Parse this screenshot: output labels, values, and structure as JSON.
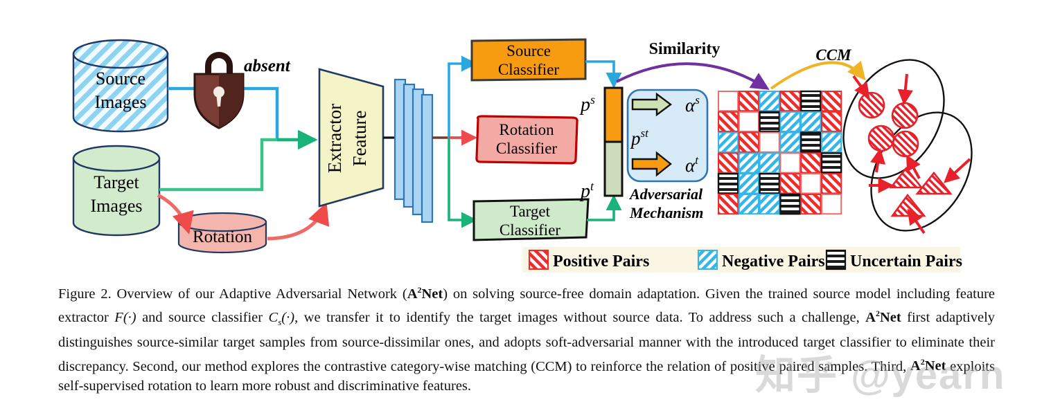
{
  "figure": {
    "id": "figure-2",
    "nodes": {
      "source_images": "Source\nImages",
      "source_images_l1": "Source",
      "source_images_l2": "Images",
      "target_images_l1": "Target",
      "target_images_l2": "Images",
      "rotation": "Rotation",
      "feature_extractor_l1": "Feature",
      "feature_extractor_l2": "Extractor",
      "source_classifier_l1": "Source",
      "source_classifier_l2": "Classifier",
      "rotation_classifier_l1": "Rotation",
      "rotation_classifier_l2": "Classifier",
      "target_classifier_l1": "Target",
      "target_classifier_l2": "Classifier",
      "absent_label": "absent",
      "adversarial_l1": "Adversarial",
      "adversarial_l2": "Mechanism"
    },
    "math": {
      "p_s": "p",
      "p_s_sup": "s",
      "p_t": "p",
      "p_t_sup": "t",
      "p_st": "p",
      "p_st_sup": "st",
      "alpha_s": "α",
      "alpha_s_sup": "s",
      "alpha_t": "α",
      "alpha_t_sup": "t"
    },
    "arrow_labels": {
      "similarity": "Similarity",
      "ccm": "CCM"
    },
    "legend": [
      {
        "label": "Positive Pairs",
        "pattern": "red-diagonal",
        "color": "#e8202a"
      },
      {
        "label": "Negative Pairs",
        "pattern": "blue-diagonal",
        "color": "#29a8e0"
      },
      {
        "label": "Uncertain Pairs",
        "pattern": "black-horizontal",
        "color": "#1a1a1a"
      }
    ],
    "legend_background": "#fbf6e4",
    "colors": {
      "source_cyl_fill": "#eaf7fd",
      "source_cyl_stripe": "#7ecdf0",
      "target_cyl_fill": "#cfe9cb",
      "rotation_cyl_fill": "#f3b5ac",
      "feature_extractor_fill": "#f4f4c8",
      "conv_layer_fill": "#a9d5f2",
      "source_classifier_fill": "#f79c10",
      "rotation_classifier_fill": "#f3aaa4",
      "rotation_classifier_stroke": "#c00000",
      "target_classifier_fill": "#cfe9cb",
      "adversarial_box_fill": "#d6eaf7",
      "adversarial_box_stroke": "#2e75b6",
      "similarity_arrow": "#7030a0",
      "ccm_arrow": "#f0b323",
      "blue_edge": "#29a8e0",
      "green_edge": "#19b37a",
      "red_edge": "#ef4b4b",
      "lock_dark": "#2b1410",
      "lock_body": "#7a3d35",
      "cluster_marker": "#e8202a"
    },
    "similarity_matrix": {
      "rows": 6,
      "cols": 6,
      "legend_key": {
        "P": "positive",
        "N": "negative",
        "U": "uncertain",
        "W": "white"
      },
      "cells": [
        [
          "W",
          "P",
          "N",
          "P",
          "U",
          "P"
        ],
        [
          "P",
          "W",
          "U",
          "N",
          "N",
          "P"
        ],
        [
          "N",
          "P",
          "W",
          "N",
          "U",
          "N"
        ],
        [
          "P",
          "N",
          "N",
          "W",
          "P",
          "U"
        ],
        [
          "U",
          "N",
          "U",
          "P",
          "W",
          "P"
        ],
        [
          "P",
          "N",
          "N",
          "U",
          "P",
          "W"
        ]
      ]
    },
    "cluster_plot": {
      "ellipses": 2,
      "circles": 4,
      "triangles": 3,
      "arrows": 7,
      "marker_color": "#e8202a"
    }
  },
  "caption": {
    "line1_a": "Figure 2. Overview of our Adaptive Adversarial Network (",
    "a2net": "A",
    "a2net_sup": "2",
    "a2net_tail": "Net",
    "line1_b": ") on solving source-free domain adaptation.  Given the trained source",
    "line2_a": "model including feature extractor ",
    "line2_f": "F(·)",
    "line2_b": " and source classifier ",
    "line2_cs": "C",
    "line2_cs_sub": "s",
    "line2_cs_tail": "(·)",
    "line2_c": ", we transfer it to identify the target images without source data.  To",
    "line3_a": "address such a challenge, ",
    "line3_b": " first adaptively distinguishes source-similar target samples from source-dissimilar ones, and adopts",
    "line4_a": "soft-adversarial manner with the introduced target classifier to eliminate their discrepancy.  Second, our method explores the contrastive",
    "line5_a": "category-wise matching (CCM) to reinforce the relation of positive paired samples.  Third, ",
    "line5_b": " exploits self-supervised rotation to",
    "line6_a": "learn more robust and discriminative features."
  },
  "watermark": {
    "text": "知乎 @yearn"
  }
}
